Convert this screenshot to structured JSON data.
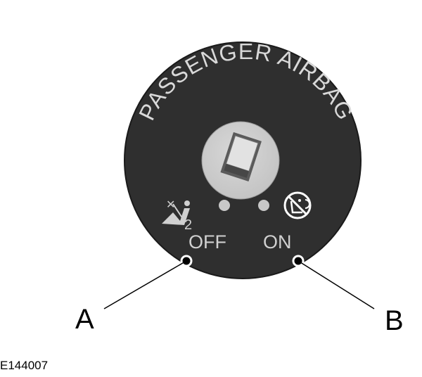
{
  "diagram": {
    "dial_title": "PASSENGER AIRBAG",
    "positions": [
      {
        "key": "off",
        "label": "OFF",
        "icon": "airbag-off-icon"
      },
      {
        "key": "on",
        "label": "ON",
        "icon": "child-seat-prohibited-icon"
      }
    ],
    "callouts": [
      {
        "id": "A",
        "label": "A",
        "points_to": "OFF"
      },
      {
        "id": "B",
        "label": "B",
        "points_to": "ON"
      }
    ],
    "icon_subscript": "2",
    "figure_id": "E144007",
    "colors": {
      "dial_body": "#2f2f2f",
      "dial_text": "#d9d9d9",
      "key_slot_disc": "#cfcfcf",
      "leader_line": "#000000"
    }
  }
}
